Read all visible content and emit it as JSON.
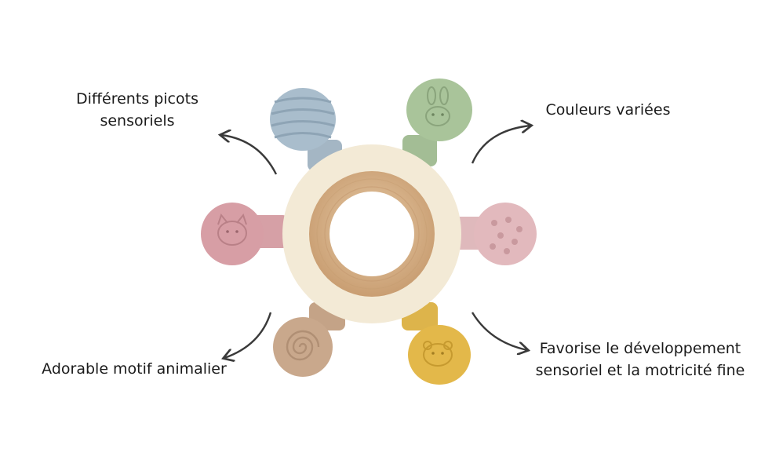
{
  "callouts": {
    "top_left": {
      "line1": "Différents picots",
      "line2": "sensoriels"
    },
    "top_right": {
      "line1": "Couleurs variées"
    },
    "bottom_left": {
      "line1": "Adorable motif animalier"
    },
    "bottom_right": {
      "line1": "Favorise le développement",
      "line2": "sensoriel et la motricité fine"
    }
  },
  "product": {
    "name_icon": "teething-ring-illustration",
    "colors": {
      "ring": "#f3ead6",
      "wood": "#d8b690",
      "blue": "#a9bdcc",
      "green": "#a9c49a",
      "pink": "#d79ea5",
      "rose": "#e2b9bd",
      "beige": "#c9a88c",
      "yellow": "#e3b84a"
    }
  }
}
